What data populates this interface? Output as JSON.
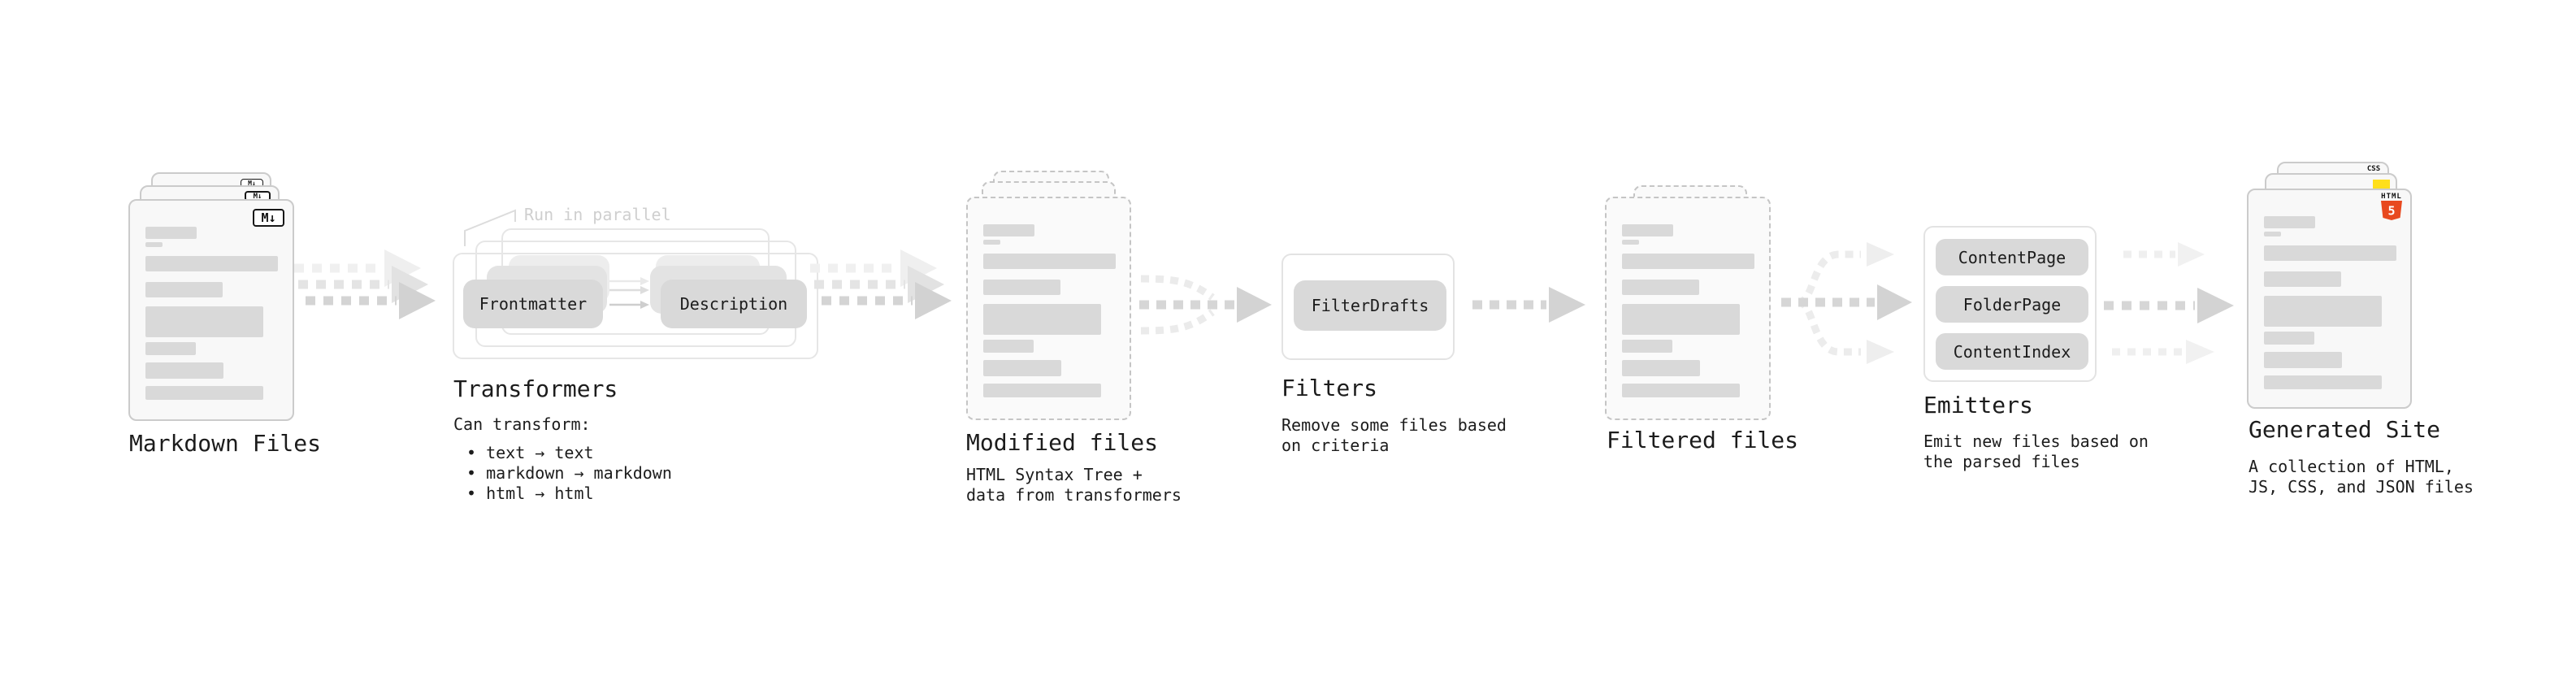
{
  "pipeline": {
    "markdown_files": {
      "label": "Markdown Files",
      "badge": "M↓"
    },
    "transformers": {
      "title": "Transformers",
      "note": "Run in parallel",
      "pill_left": "Frontmatter",
      "pill_right": "Description",
      "caption": "Can transform:",
      "bullets": [
        "• text → text",
        "• markdown → markdown",
        "• html → html"
      ]
    },
    "modified_files": {
      "label": "Modified files",
      "caption_lines": [
        "HTML Syntax Tree +",
        "data from transformers"
      ]
    },
    "filters": {
      "title": "Filters",
      "pill": "FilterDrafts",
      "caption_lines": [
        "Remove some files based",
        "on criteria"
      ]
    },
    "filtered_files": {
      "label": "Filtered files"
    },
    "emitters": {
      "title": "Emitters",
      "pills": [
        "ContentPage",
        "FolderPage",
        "ContentIndex"
      ],
      "caption_lines": [
        "Emit new files based on",
        "the parsed files"
      ]
    },
    "generated_site": {
      "label": "Generated Site",
      "caption_lines": [
        "A collection of HTML,",
        "JS, CSS, and JSON files"
      ],
      "badges": {
        "css": "CSS",
        "html": "HTML",
        "html_number": "5"
      }
    }
  },
  "colors": {
    "js_yellow": "#ffdf1b",
    "css_blue": "#2962f2",
    "html5_orange": "#e8491f",
    "text": "#1c1c1c",
    "muted_note": "#cfcfcf"
  }
}
